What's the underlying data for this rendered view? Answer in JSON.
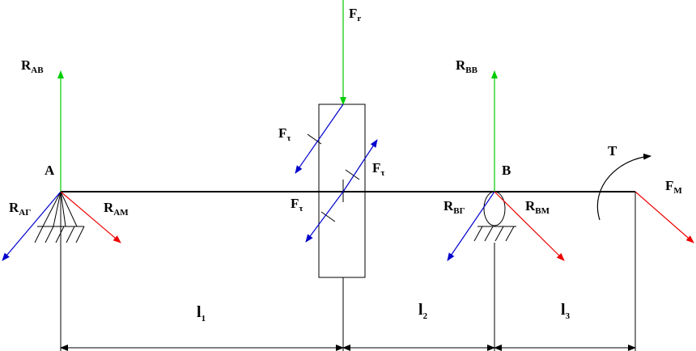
{
  "labels": {
    "RAB": {
      "main": "R",
      "sub": "AB"
    },
    "RAG": {
      "main": "R",
      "sub": "AГ"
    },
    "RAM": {
      "main": "R",
      "sub": "AM"
    },
    "A": "A",
    "Fr": {
      "main": "F",
      "sub": "r"
    },
    "Ft_left": {
      "main": "F",
      "sub": "τ"
    },
    "Ft_right": {
      "main": "F",
      "sub": "τ"
    },
    "Ft_low": {
      "main": "F",
      "sub": "τ"
    },
    "RBB": {
      "main": "R",
      "sub": "BB"
    },
    "B": "B",
    "RBG": {
      "main": "R",
      "sub": "BГ"
    },
    "RBM": {
      "main": "R",
      "sub": "BM"
    },
    "T": "T",
    "FM": {
      "main": "F",
      "sub": "M"
    },
    "l1": {
      "main": "l",
      "sub": "1"
    },
    "l2": {
      "main": "l",
      "sub": "2"
    },
    "l3": {
      "main": "l",
      "sub": "3"
    }
  },
  "colors": {
    "vertical": "#00cc00",
    "horizontal": "#0000cc",
    "moment": "#ee0000",
    "line": "#000000"
  }
}
